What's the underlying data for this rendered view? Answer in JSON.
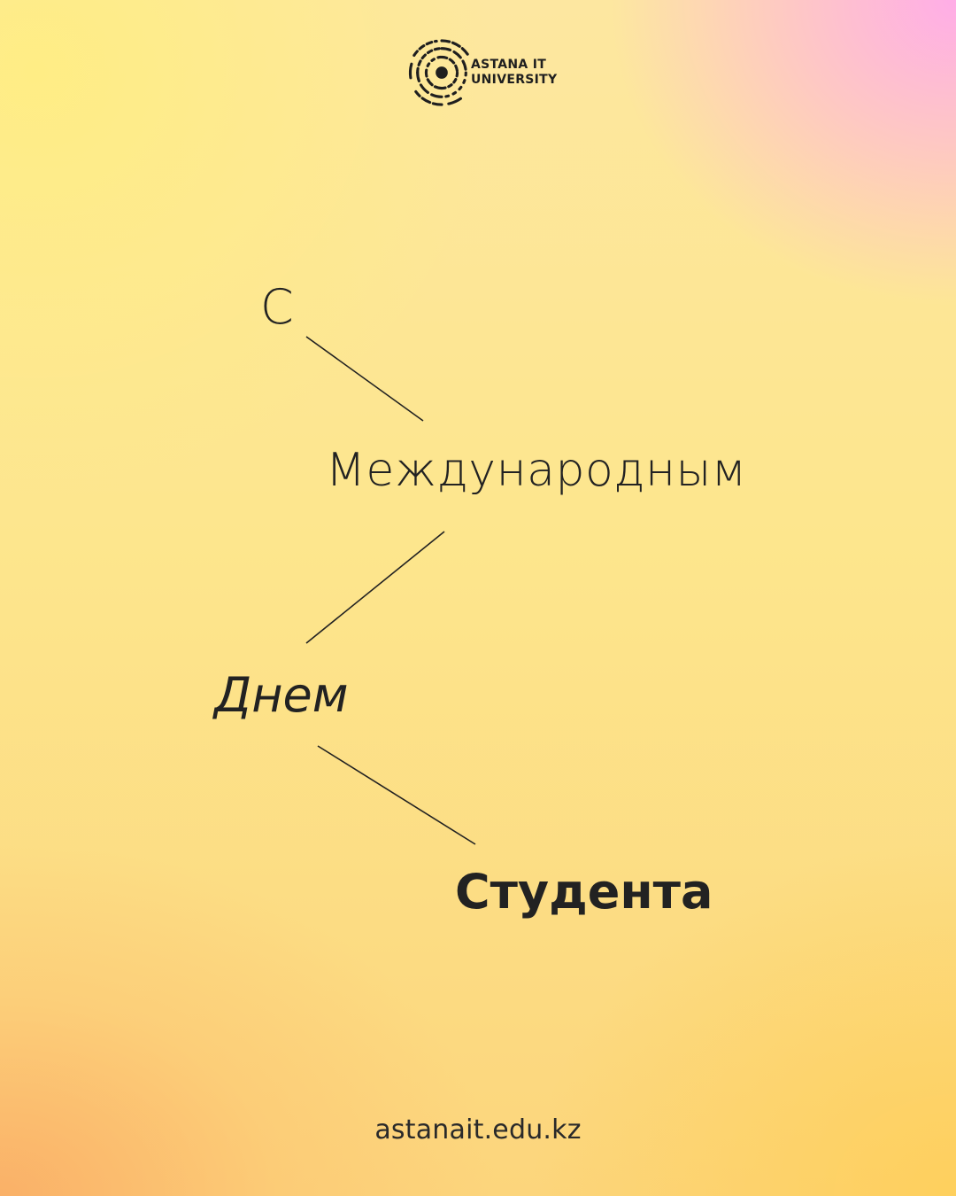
{
  "brand": {
    "line1": "ASTANA IT",
    "line2": "UNIVERSITY",
    "logo_icon": "astana-it-university-logo-icon"
  },
  "phrase": {
    "word1": "С",
    "word2": "Международным",
    "word3": "Днем",
    "word4": "Студента"
  },
  "footer": {
    "website": "astanait.edu.kz"
  },
  "colors": {
    "text": "#222222",
    "gradient_yellow": "#fde68d",
    "gradient_pink": "#ffaaeb",
    "gradient_orange": "#faaa64"
  }
}
